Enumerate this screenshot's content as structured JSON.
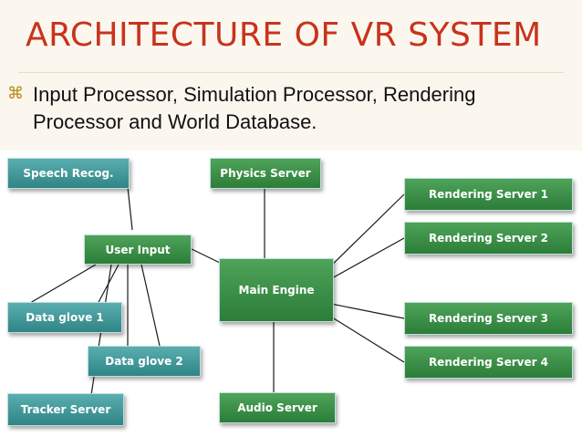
{
  "slide": {
    "title": "ARCHITECTURE OF VR SYSTEM",
    "bullet_icon": "x-bullet-icon",
    "bullet_text": "Input Processor, Simulation Processor, Rendering Processor and World Database."
  },
  "diagram": {
    "nodes": {
      "speech": "Speech Recog.",
      "physics": "Physics Server",
      "user_input": "User Input",
      "main_engine": "Main Engine",
      "data_glove_1": "Data glove 1",
      "data_glove_2": "Data glove 2",
      "tracker": "Tracker Server",
      "audio": "Audio Server",
      "render1": "Rendering Server 1",
      "render2": "Rendering Server 2",
      "render3": "Rendering Server 3",
      "render4": "Rendering Server 4"
    },
    "colors": {
      "teal": "#3f9597",
      "green": "#3a8f46",
      "line": "#1a1a1a",
      "title": "#c8331c"
    }
  }
}
